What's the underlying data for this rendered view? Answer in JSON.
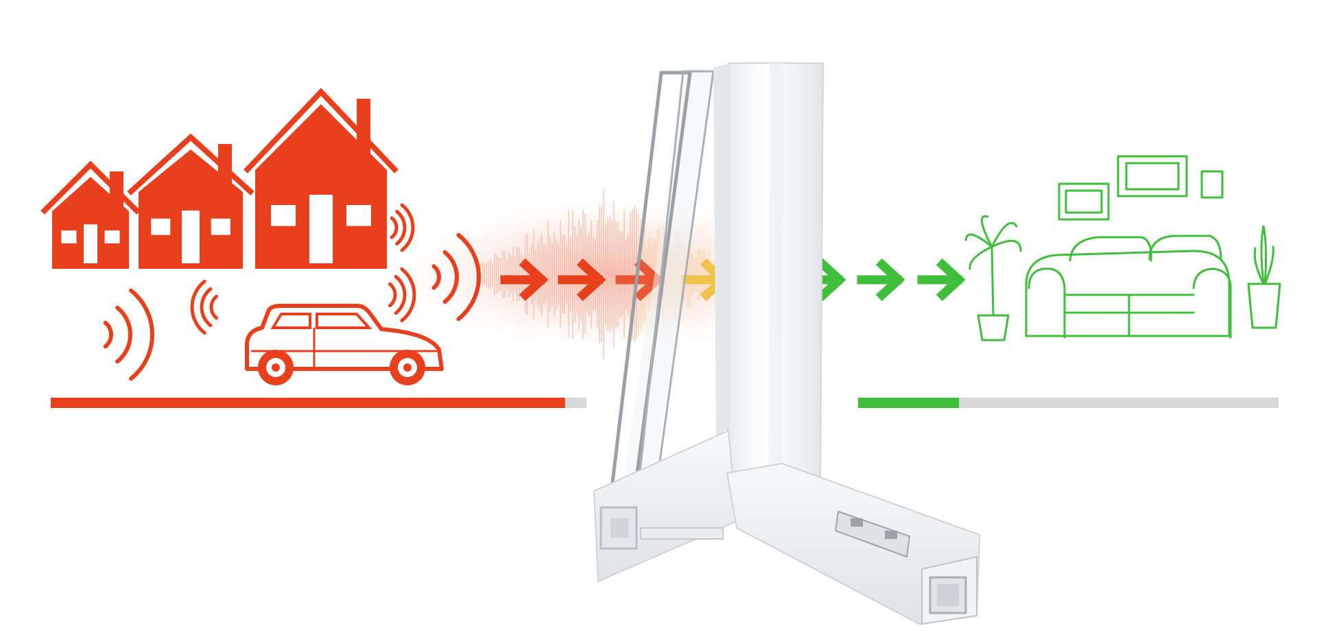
{
  "colors": {
    "outside": "#e8401c",
    "inside": "#3fbe3a",
    "arrow_mid": "#f0c24a",
    "bar_track": "#d9d9d9",
    "frame": "#f4f5f6",
    "frame_shadow": "#d6d9dd",
    "glass": "#eef2f4"
  },
  "icons": {
    "houses": "houses-icon",
    "car": "car-icon",
    "sound_waves": "sound-waves-icon",
    "window_profile": "window-profile-image",
    "plant": "plant-icon",
    "sofa": "sofa-icon",
    "frames": "picture-frames-icon"
  },
  "noise_levels": {
    "outside_fraction": 0.96,
    "inside_fraction": 0.24
  },
  "arrows": {
    "sequence": [
      "outside",
      "outside",
      "outside",
      "mid",
      "mid",
      "inside",
      "inside",
      "inside"
    ]
  }
}
